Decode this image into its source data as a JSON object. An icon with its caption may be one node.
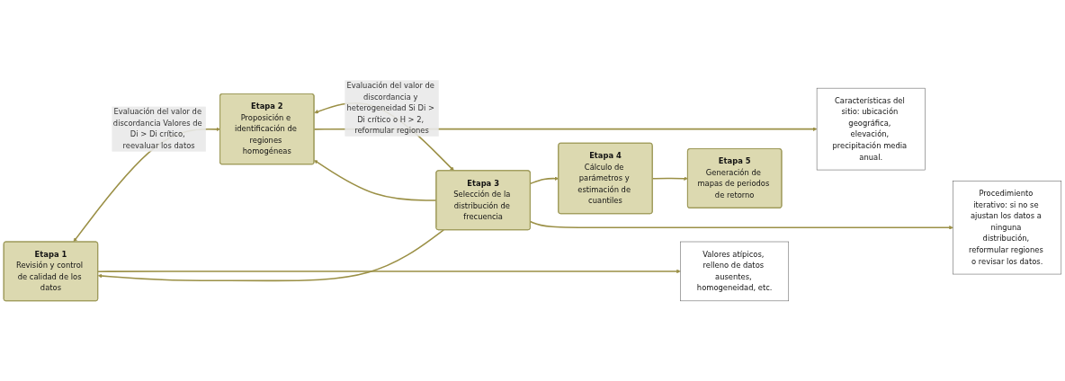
{
  "diagram": {
    "nodes": [
      {
        "text": [
          "Etapa 1",
          "Revisión y control de calidad de los datos"
        ]
      },
      {
        "text": [
          "Etapa 2",
          "Proposición e identificación de regiones homogéneas"
        ]
      },
      {
        "text": [
          "Etapa 3",
          "Selección de la distribución de frecuencia"
        ]
      },
      {
        "text": [
          "Etapa 4",
          "Cálculo de parámetros y estimación de cuantiles"
        ]
      },
      {
        "text": [
          "Etapa 5",
          "Generación de mapas de periodos de retorno"
        ]
      },
      {
        "text": [
          "Valores atípicos, relleno de datos ausentes, homogeneidad, etc."
        ]
      },
      {
        "text": [
          "Características del sitio: ubicación geográfica, elevación, precipitación media anual."
        ]
      },
      {
        "text": [
          "Procedimiento iterativo: si no se ajustan los datos a ninguna distribución, reformular regiones o revisar los datos."
        ]
      }
    ],
    "edges": [
      {
        "from": 0,
        "to": 1,
        "arrow": "both",
        "label": "Evaluación del valor de discordancia Valores de Di > Di crítico, reevaluar los datos"
      },
      {
        "from": 1,
        "to": 2,
        "arrow": "both",
        "label": "Evaluación del valor de discordancia y heterogeneidad Si Di > Di crítico o H > 2, reformular regiones"
      },
      {
        "from": 2,
        "to": 3,
        "arrow": "to"
      },
      {
        "from": 3,
        "to": 4,
        "arrow": "to"
      },
      {
        "from": 0,
        "to": 5,
        "arrow": "to"
      },
      {
        "from": 1,
        "to": 6,
        "arrow": "to"
      },
      {
        "from": 2,
        "to": 7,
        "arrow": "to"
      },
      {
        "from": 2,
        "to": 0,
        "arrow": "to"
      },
      {
        "from": 2,
        "to": 1,
        "arrow": "to"
      }
    ]
  }
}
